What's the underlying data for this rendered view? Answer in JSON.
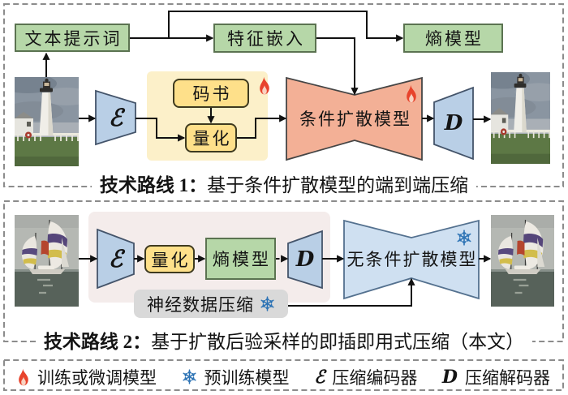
{
  "symbols": {
    "encoder": "ℰ",
    "decoder": "D"
  },
  "route1": {
    "caption_prefix": "技术路线 1：",
    "caption_text": "基于条件扩散模型的端到端压缩",
    "text_prompt": "文本提示词",
    "feature_embedding": "特征嵌入",
    "entropy_model": "熵模型",
    "codebook": "码书",
    "quantization": "量化",
    "diffusion_model": "条件扩散模型"
  },
  "route2": {
    "caption_prefix": "技术路线 2：",
    "caption_text": "基于扩散后验采样的即插即用式压缩（本文）",
    "quantization": "量化",
    "entropy_model": "熵模型",
    "diffusion_model": "无条件扩散模型",
    "neural_codec": "神经数据压缩"
  },
  "legend": {
    "finetune_label": "训练或微调模型",
    "pretrained_label": "预训练模型",
    "encoder_label": "压缩编码器",
    "decoder_label": "压缩解码器"
  },
  "colors": {
    "green_box": "#b6d7a8",
    "yellow_box": "#fee08a",
    "yellow_bg": "#fcf0c9",
    "blue_shape": "#b9cfe6",
    "salmon_shape": "#f3b096",
    "light_blue_shape": "#cfe0f1",
    "gray_box": "#d9d9d9",
    "pink_bg": "#f4eceb",
    "flame": "#e8432c",
    "snowflake": "#2e74b5"
  }
}
